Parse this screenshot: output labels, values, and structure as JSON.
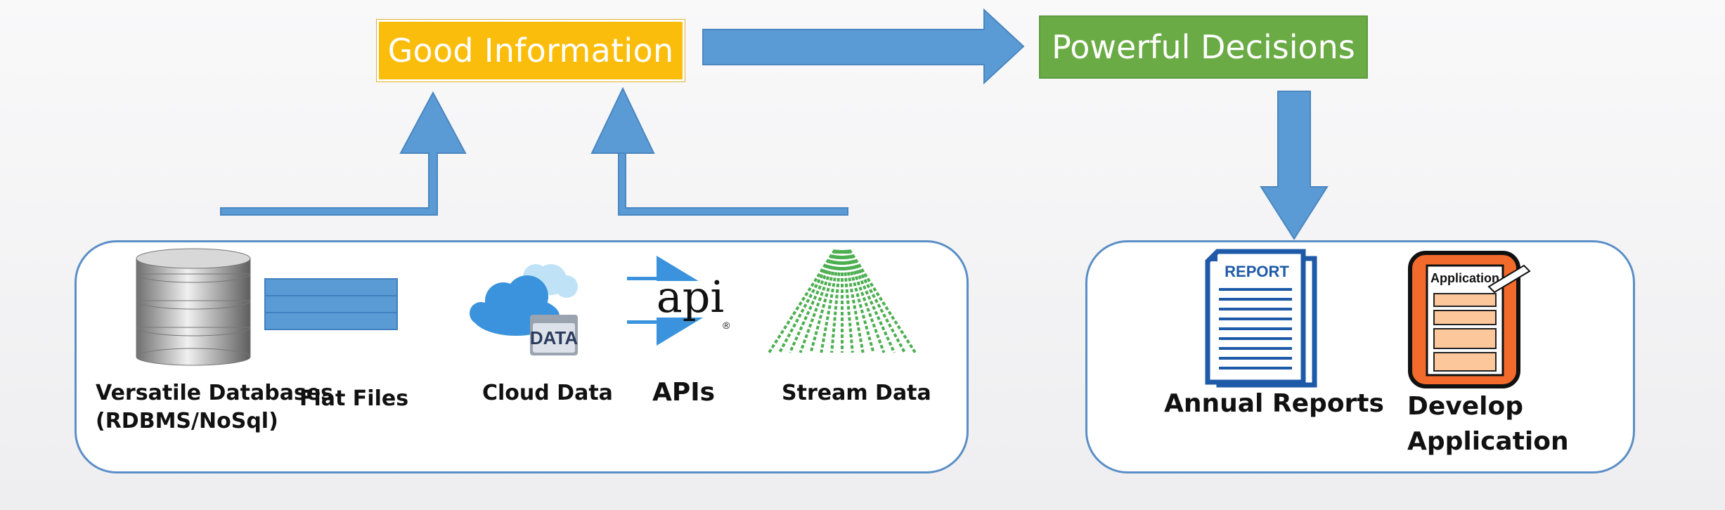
{
  "header": {
    "good_information": "Good Information",
    "powerful_decisions": "Powerful Decisions"
  },
  "sources": {
    "databases_line1": "Versatile Databases",
    "databases_line2": "(RDBMS/NoSql)",
    "flat_files": "Flat Files",
    "cloud_data": "Cloud Data",
    "cloud_badge": "DATA",
    "apis": "APIs",
    "api_logo": "api",
    "stream_data": "Stream Data"
  },
  "outputs": {
    "annual_reports": "Annual Reports",
    "report_icon_text": "REPORT",
    "develop_line1": "Develop",
    "develop_line2": "Application",
    "application_icon_text": "Application"
  },
  "colors": {
    "arrow_blue": "#5b9bd5",
    "good_info_bg": "#fbbd0b",
    "decisions_bg": "#6aab45",
    "panel_border": "#5b8ec6",
    "stream_green": "#4caf50"
  }
}
